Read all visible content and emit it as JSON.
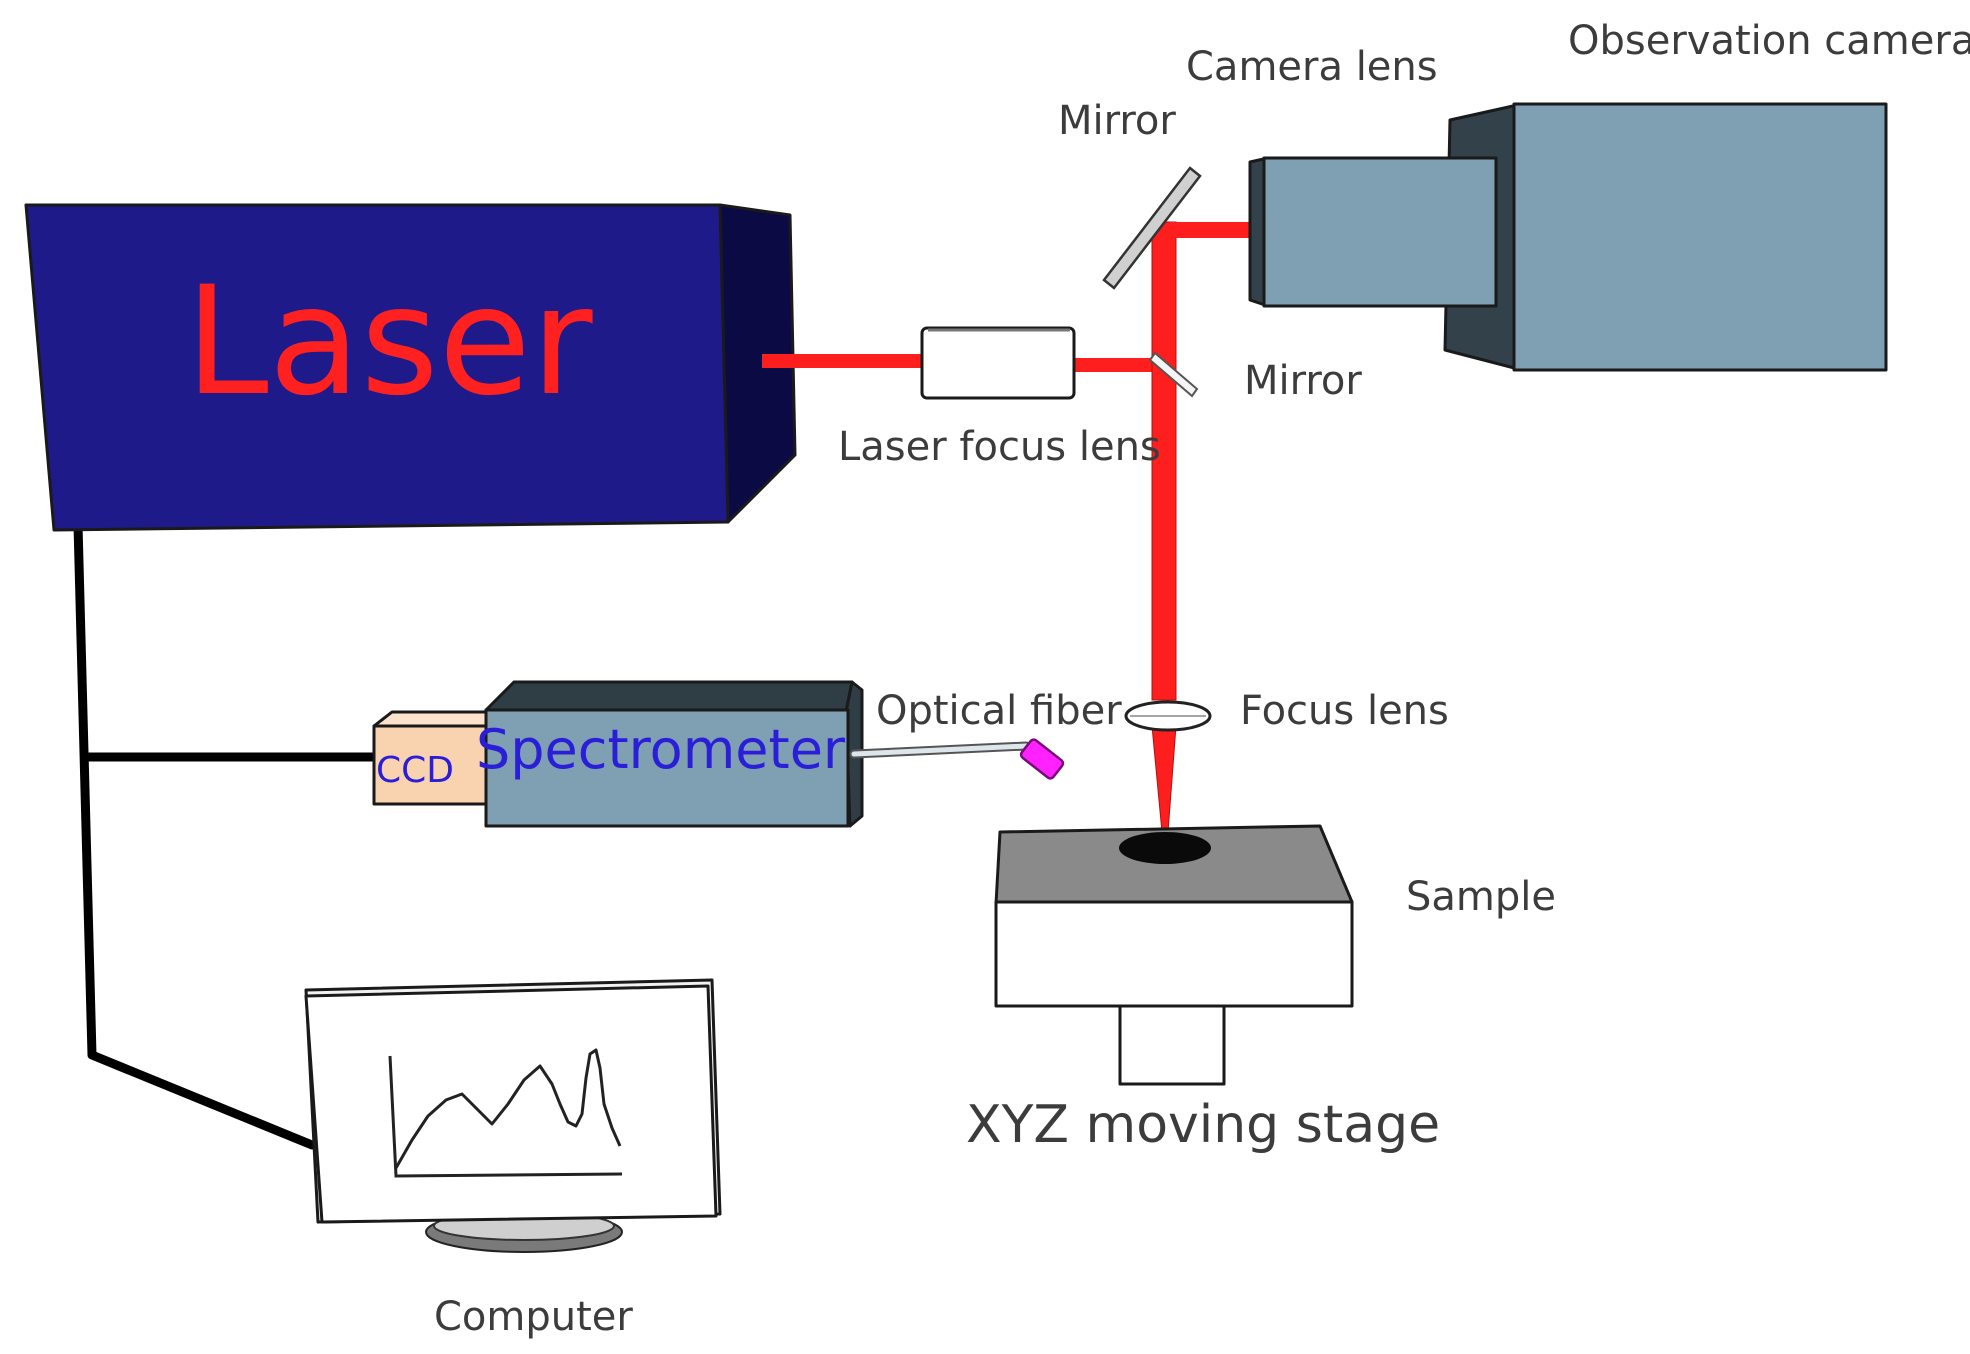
{
  "labels": {
    "laser": "Laser",
    "observation_camera": "Observation camera",
    "camera_lens": "Camera lens",
    "mirror_top": "Mirror",
    "mirror_right": "Mirror",
    "laser_focus_lens": "Laser focus lens",
    "optical_fiber": "Optical fiber",
    "focus_lens": "Focus lens",
    "spectrometer": "Spectrometer",
    "ccd": "CCD",
    "sample": "Sample",
    "xyz_stage": "XYZ moving stage",
    "computer": "Computer"
  },
  "colors": {
    "laser_body": "#1f1a8a",
    "laser_side": "#0c0a45",
    "laser_text": "#ff2020",
    "beam": "#ff1e1e",
    "camera_body": "#7f9fb2",
    "camera_dark": "#33414a",
    "spectrometer_body": "#7f9fb2",
    "spectrometer_dark": "#2f3d45",
    "spectrometer_text": "#2a1ed8",
    "ccd_body": "#f9d3b0",
    "fiber_tip": "#ff22ff",
    "stage_top": "#8a8a8a",
    "sample": "#0a0a0a",
    "cable": "#000000"
  }
}
